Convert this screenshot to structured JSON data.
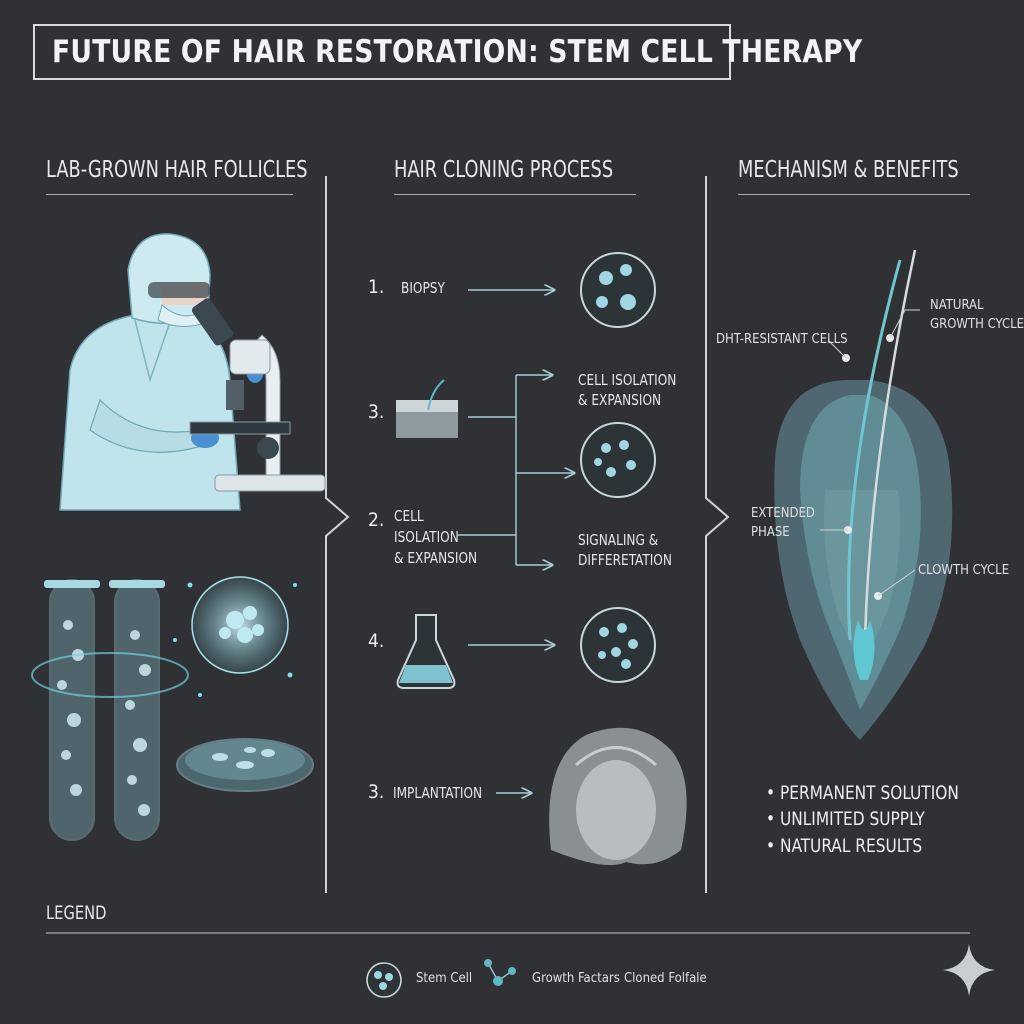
{
  "title": "FUTURE OF HAIR RESTORATION: STEM CELL THERAPY",
  "columns": {
    "left": {
      "heading": "LAB-GROWN HAIR FOLLICLES"
    },
    "middle": {
      "heading": "HAIR CLONING PROCESS",
      "steps": [
        {
          "number": "1.",
          "label": "BIOPSY"
        },
        {
          "number": "3.",
          "label": ""
        },
        {
          "number": "2.",
          "label": "CELL ISOLATION & EXPANSION",
          "line1": "CELL",
          "line2": "ISOLATION",
          "line3": "& EXPANSION"
        },
        {
          "number": "4.",
          "label": ""
        },
        {
          "number": "3.",
          "label": "IMPLANTATION"
        }
      ],
      "branch_labels": {
        "top_line1": "CELL ISOLATION",
        "top_line2": "& EXPANSION",
        "bottom_line1": "SIGNALING &",
        "bottom_line2": "DIFFERETATION"
      }
    },
    "right": {
      "heading": "MECHANISM & BENEFITS",
      "callouts": {
        "natural_line1": "NATURAL",
        "natural_line2": "GROWTH CYCLE",
        "dht": "DHT-RESISTANT CELLS",
        "extended_line1": "EXTENDED",
        "extended_line2": "PHASE",
        "clowth": "CLOWTH CYCLE"
      },
      "benefits": [
        "• PERMANENT SOLUTION",
        "• UNLIMITED SUPPLY",
        "• NATURAL RESULTS"
      ]
    }
  },
  "legend": {
    "heading": "LEGEND",
    "items": [
      {
        "icon": "stem-cell-icon",
        "label": "Stem Cell"
      },
      {
        "icon": "growth-factors-icon",
        "label": "Growth Factars"
      },
      {
        "icon": "",
        "label": "Cloned Folfale"
      }
    ]
  },
  "colors": {
    "background": "#2f3134",
    "accent_teal": "#5fb8c4",
    "line": "#cfd3d7"
  }
}
